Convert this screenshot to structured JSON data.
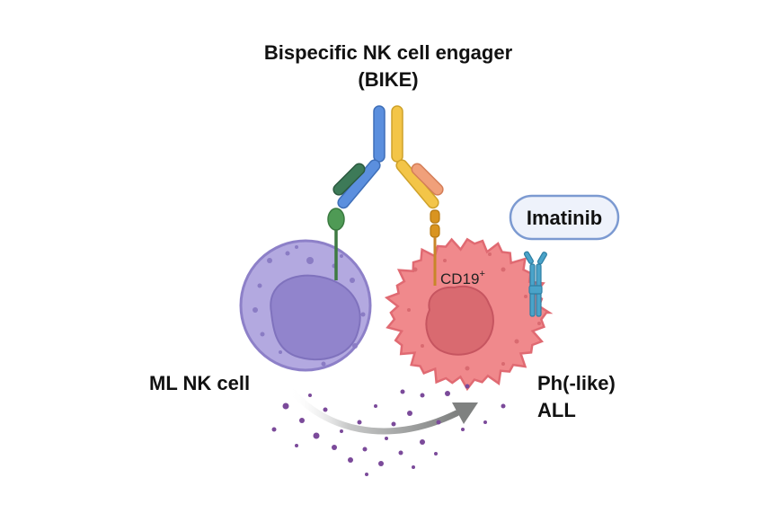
{
  "title": {
    "line1": "Bispecific NK cell engager",
    "line2": "(BIKE)"
  },
  "drug": {
    "label": "Imatinib"
  },
  "nk_cell": {
    "label": "ML NK cell"
  },
  "target_cell": {
    "label_line1": "Ph(-like)",
    "label_line2": "ALL",
    "marker": "CD19",
    "marker_sup": "+"
  },
  "colors": {
    "nk_cell_membrane": "#b3a9e0",
    "nk_cell_nucleus": "#9184cc",
    "all_cell_body": "#f0898c",
    "all_cell_nucleus": "#d96a70",
    "antibody_heavy_left": "#5b8fde",
    "antibody_heavy_right": "#f3c548",
    "antibody_light_left": "#3d7a58",
    "antibody_light_right": "#f0a07a",
    "nk_receptor": "#4f9a55",
    "cd19_receptor": "#d99420",
    "imatinib_target": "#4aa3c9",
    "arrow": "#8b8d8c",
    "granules": "#7b4a9a"
  }
}
